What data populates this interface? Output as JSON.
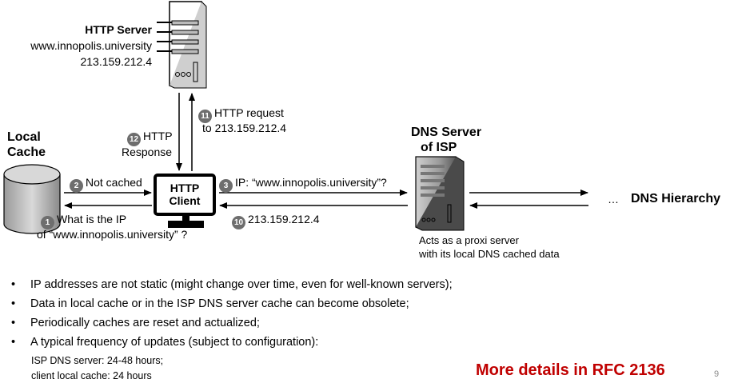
{
  "http_server": {
    "title": "HTTP Server",
    "domain": "www.innopolis.university",
    "ip": "213.159.212.4"
  },
  "local_cache": {
    "line1": "Local",
    "line2": "Cache"
  },
  "dns_server": {
    "line1": "DNS Server",
    "line2": "of ISP",
    "note1": "Acts as a proxi server",
    "note2": "with its local DNS cached data"
  },
  "http_client": {
    "line1": "HTTP",
    "line2": "Client"
  },
  "steps": {
    "s1": {
      "num": "1",
      "text1": "What is the IP",
      "text2": "of “www.innopolis.university” ?"
    },
    "s2": {
      "num": "2",
      "text": "Not cached"
    },
    "s3": {
      "num": "3",
      "text": "IP: “www.innopolis.university”?"
    },
    "s10": {
      "num": "10",
      "text": "213.159.212.4"
    },
    "s11": {
      "num": "11",
      "text1": "HTTP request",
      "text2": "to 213.159.212.4"
    },
    "s12": {
      "num": "12",
      "text1": "HTTP",
      "text2": "Response"
    }
  },
  "dns_hierarchy": {
    "ellipsis": "…",
    "label": "DNS Hierarchy"
  },
  "bullets": [
    "IP addresses are not static (might change over time, even for well-known servers);",
    "Data in local cache or in the ISP DNS server cache can become obsolete;",
    "Periodically caches are reset and actualized;",
    "A typical frequency of updates (subject to configuration):"
  ],
  "sub_lines": [
    "ISP DNS server: 24-48 hours;",
    "client local cache: 24 hours"
  ],
  "rfc": "More details in RFC 2136",
  "page_number": "9",
  "colors": {
    "accent_red": "#c00000",
    "badge_gray": "#6e6e6e"
  }
}
